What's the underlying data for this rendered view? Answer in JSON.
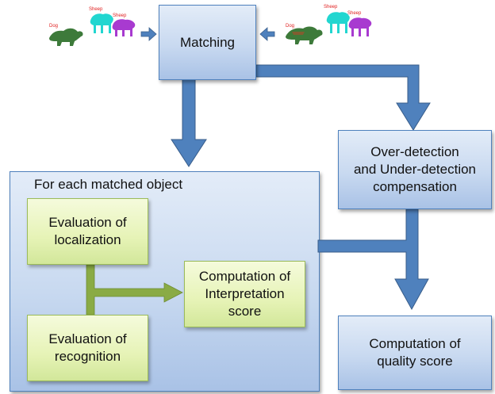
{
  "left_animals": {
    "labels": [
      "Dog",
      "Sheep",
      "Sheep"
    ],
    "colors": [
      "#3d7a3a",
      "#22d6d0",
      "#a83ad0"
    ]
  },
  "right_animals": {
    "labels": [
      "Dog",
      "Sheep",
      "Sheep"
    ],
    "colors": [
      "#3d7a3a",
      "#22d6d0",
      "#a83ad0"
    ]
  },
  "matching": {
    "label": "Matching"
  },
  "outer": {
    "title": "For each matched object"
  },
  "evaluation_localization": {
    "label": "Evaluation of\nlocalization"
  },
  "evaluation_recognition": {
    "label": "Evaluation of\nrecognition"
  },
  "computation_interpretation": {
    "label": "Computation of\nInterpretation\nscore"
  },
  "over_under_detection": {
    "label": "Over-detection\nand Under-detection\ncompensation"
  },
  "computation_quality": {
    "label": "Computation of\nquality score"
  },
  "colors": {
    "blue_box": "#c8d9f0",
    "blue_border": "#4f81bd",
    "green_box": "#e6f3b6",
    "green_border": "#9bbb59",
    "blue_arrow": "#4f81bd",
    "green_arrow": "#8aab45"
  }
}
